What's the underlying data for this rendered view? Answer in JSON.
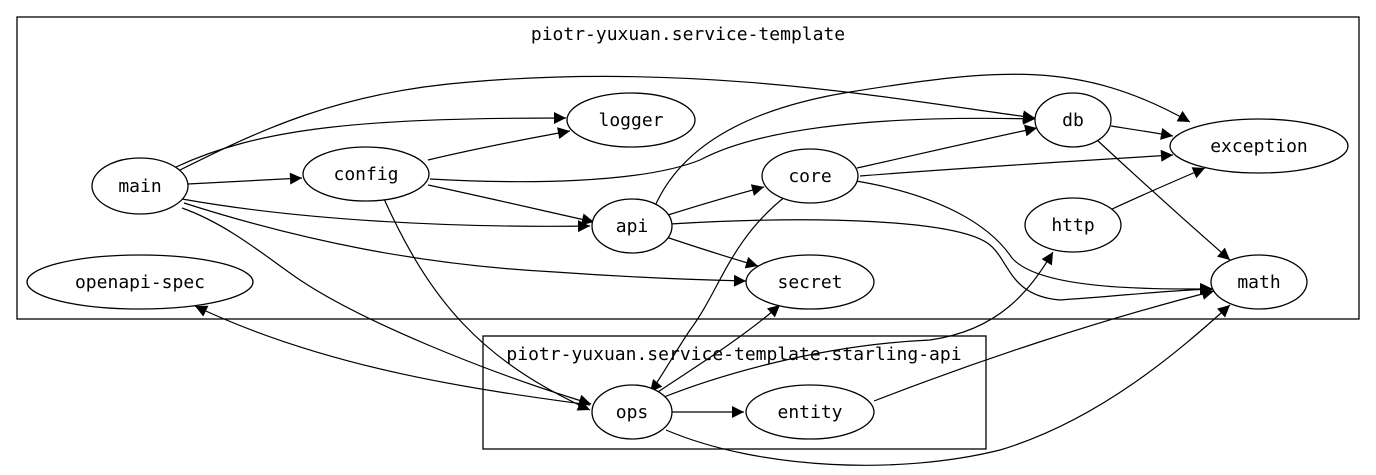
{
  "clusters": [
    {
      "id": "service_template",
      "label": "piotr-yuxuan.service-template"
    },
    {
      "id": "starling_api",
      "label": "piotr-yuxuan.service-template.starling-api"
    }
  ],
  "nodes": [
    {
      "id": "main",
      "label": "main",
      "cluster": "service_template"
    },
    {
      "id": "config",
      "label": "config",
      "cluster": "service_template"
    },
    {
      "id": "logger",
      "label": "logger",
      "cluster": "service_template"
    },
    {
      "id": "api",
      "label": "api",
      "cluster": "service_template"
    },
    {
      "id": "core",
      "label": "core",
      "cluster": "service_template"
    },
    {
      "id": "db",
      "label": "db",
      "cluster": "service_template"
    },
    {
      "id": "exception",
      "label": "exception",
      "cluster": "service_template"
    },
    {
      "id": "http",
      "label": "http",
      "cluster": "service_template"
    },
    {
      "id": "math",
      "label": "math",
      "cluster": "service_template"
    },
    {
      "id": "secret",
      "label": "secret",
      "cluster": "service_template"
    },
    {
      "id": "openapi_spec",
      "label": "openapi-spec",
      "cluster": "service_template"
    },
    {
      "id": "ops",
      "label": "ops",
      "cluster": "starling_api"
    },
    {
      "id": "entity",
      "label": "entity",
      "cluster": "starling_api"
    }
  ],
  "edges": [
    {
      "from": "main",
      "to": "config"
    },
    {
      "from": "main",
      "to": "logger"
    },
    {
      "from": "main",
      "to": "db"
    },
    {
      "from": "main",
      "to": "api"
    },
    {
      "from": "main",
      "to": "secret"
    },
    {
      "from": "main",
      "to": "ops"
    },
    {
      "from": "config",
      "to": "logger"
    },
    {
      "from": "config",
      "to": "db"
    },
    {
      "from": "config",
      "to": "api"
    },
    {
      "from": "config",
      "to": "ops"
    },
    {
      "from": "api",
      "to": "core"
    },
    {
      "from": "api",
      "to": "secret"
    },
    {
      "from": "api",
      "to": "exception"
    },
    {
      "from": "api",
      "to": "math"
    },
    {
      "from": "core",
      "to": "db"
    },
    {
      "from": "core",
      "to": "exception"
    },
    {
      "from": "core",
      "to": "math"
    },
    {
      "from": "core",
      "to": "ops"
    },
    {
      "from": "db",
      "to": "exception"
    },
    {
      "from": "db",
      "to": "math"
    },
    {
      "from": "http",
      "to": "exception"
    },
    {
      "from": "ops",
      "to": "openapi_spec"
    },
    {
      "from": "ops",
      "to": "secret"
    },
    {
      "from": "ops",
      "to": "http"
    },
    {
      "from": "ops",
      "to": "entity"
    },
    {
      "from": "ops",
      "to": "math"
    },
    {
      "from": "entity",
      "to": "math"
    }
  ]
}
